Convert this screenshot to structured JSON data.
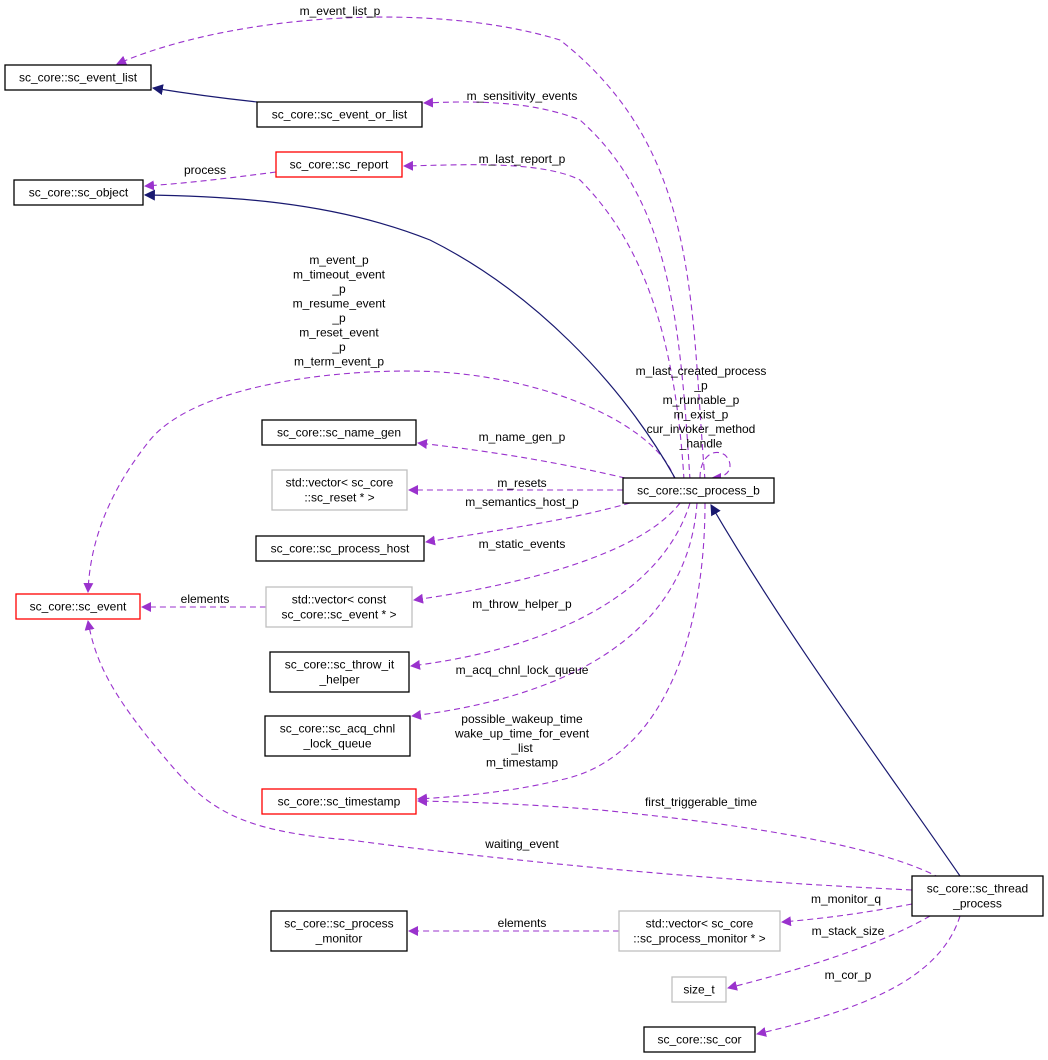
{
  "colors": {
    "inherit": "#191970",
    "member": "#9a32cd",
    "box_black": "#000000",
    "box_red": "#ff0000",
    "box_gray": "#bfbfbf",
    "focus_fill": "#bfbfbf"
  },
  "nodes": [
    {
      "id": "event_list",
      "lines": [
        "sc_core::sc_event_list"
      ],
      "style": "black"
    },
    {
      "id": "event_or_list",
      "lines": [
        "sc_core::sc_event_or_list"
      ],
      "style": "black"
    },
    {
      "id": "report",
      "lines": [
        "sc_core::sc_report"
      ],
      "style": "red"
    },
    {
      "id": "object",
      "lines": [
        "sc_core::sc_object"
      ],
      "style": "black"
    },
    {
      "id": "name_gen",
      "lines": [
        "sc_core::sc_name_gen"
      ],
      "style": "black"
    },
    {
      "id": "vec_reset",
      "lines": [
        "std::vector< sc_core",
        "::sc_reset * >"
      ],
      "style": "gray"
    },
    {
      "id": "process_b",
      "lines": [
        "sc_core::sc_process_b"
      ],
      "style": "black"
    },
    {
      "id": "process_host",
      "lines": [
        "sc_core::sc_process_host"
      ],
      "style": "black"
    },
    {
      "id": "event",
      "lines": [
        "sc_core::sc_event"
      ],
      "style": "red"
    },
    {
      "id": "vec_event",
      "lines": [
        "std::vector< const",
        "sc_core::sc_event * >"
      ],
      "style": "gray"
    },
    {
      "id": "throw_it",
      "lines": [
        "sc_core::sc_throw_it",
        "_helper"
      ],
      "style": "black"
    },
    {
      "id": "acq_chnl",
      "lines": [
        "sc_core::sc_acq_chnl",
        "_lock_queue"
      ],
      "style": "black"
    },
    {
      "id": "timestamp",
      "lines": [
        "sc_core::sc_timestamp"
      ],
      "style": "red"
    },
    {
      "id": "thread_process",
      "lines": [
        "sc_core::sc_thread",
        "_process"
      ],
      "style": "focus"
    },
    {
      "id": "process_monitor",
      "lines": [
        "sc_core::sc_process",
        "_monitor"
      ],
      "style": "black"
    },
    {
      "id": "vec_monitor",
      "lines": [
        "std::vector< sc_core",
        "::sc_process_monitor * >"
      ],
      "style": "gray"
    },
    {
      "id": "size_t",
      "lines": [
        "size_t"
      ],
      "style": "gray"
    },
    {
      "id": "cor",
      "lines": [
        "sc_core::sc_cor"
      ],
      "style": "black"
    }
  ],
  "edges": [
    {
      "id": "e_event_list_p",
      "kind": "member",
      "labels": [
        "m_event_list_p"
      ]
    },
    {
      "id": "e_sensitivity",
      "kind": "member",
      "labels": [
        "m_sensitivity_events"
      ]
    },
    {
      "id": "e_last_report",
      "kind": "member",
      "labels": [
        "m_last_report_p"
      ]
    },
    {
      "id": "e_process",
      "kind": "member",
      "labels": [
        "process"
      ]
    },
    {
      "id": "e_event_p",
      "kind": "member",
      "labels": [
        "m_event_p",
        "m_timeout_event",
        "_p",
        "m_resume_event",
        "_p",
        "m_reset_event",
        "_p",
        "m_term_event_p"
      ]
    },
    {
      "id": "e_self",
      "kind": "member",
      "labels": [
        "m_last_created_process",
        "_p",
        "m_runnable_p",
        "m_exist_p",
        "cur_invoker_method",
        "_handle"
      ]
    },
    {
      "id": "e_name_gen",
      "kind": "member",
      "labels": [
        "m_name_gen_p"
      ]
    },
    {
      "id": "e_resets",
      "kind": "member",
      "labels": [
        "m_resets"
      ]
    },
    {
      "id": "e_semantics",
      "kind": "member",
      "labels": [
        "m_semantics_host_p"
      ]
    },
    {
      "id": "e_static_events",
      "kind": "member",
      "labels": [
        "m_static_events"
      ]
    },
    {
      "id": "e_elements_event",
      "kind": "member",
      "labels": [
        "elements"
      ]
    },
    {
      "id": "e_throw_helper",
      "kind": "member",
      "labels": [
        "m_throw_helper_p"
      ]
    },
    {
      "id": "e_acq",
      "kind": "member",
      "labels": [
        "m_acq_chnl_lock_queue"
      ]
    },
    {
      "id": "e_timestamps",
      "kind": "member",
      "labels": [
        "possible_wakeup_time",
        "wake_up_time_for_event",
        "_list",
        "m_timestamp"
      ]
    },
    {
      "id": "e_first_trig",
      "kind": "member",
      "labels": [
        "first_triggerable_time"
      ]
    },
    {
      "id": "e_waiting",
      "kind": "member",
      "labels": [
        "waiting_event"
      ]
    },
    {
      "id": "e_monitor_q",
      "kind": "member",
      "labels": [
        "m_monitor_q"
      ]
    },
    {
      "id": "e_elements_monitor",
      "kind": "member",
      "labels": [
        "elements"
      ]
    },
    {
      "id": "e_stack_size",
      "kind": "member",
      "labels": [
        "m_stack_size"
      ]
    },
    {
      "id": "e_cor_p",
      "kind": "member",
      "labels": [
        "m_cor_p"
      ]
    },
    {
      "id": "i_event_or_list",
      "kind": "inherit",
      "labels": []
    },
    {
      "id": "i_process_b",
      "kind": "inherit",
      "labels": []
    },
    {
      "id": "i_thread",
      "kind": "inherit",
      "labels": []
    }
  ]
}
